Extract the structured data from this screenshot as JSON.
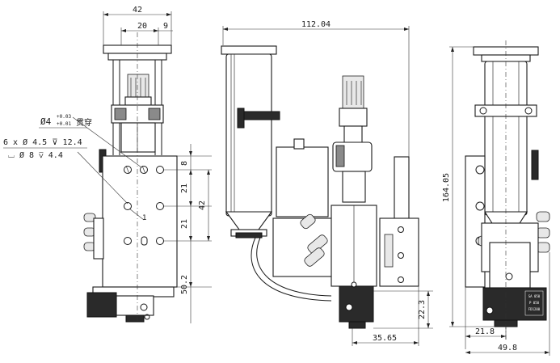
{
  "dimensions": {
    "width_total": "42",
    "width_a": "20",
    "width_b": "9",
    "hole_tolerance_upper": "+0.03",
    "hole_tolerance_lower": "+0.01",
    "hole_diameter": "Ø4",
    "hole_note": "贯穿",
    "counterbore_line1": "6 x Ø 4.5 ⊽ 12.4",
    "counterbore_line2": "⌴ Ø 8 ⊽ 4.4",
    "vert_8": "8",
    "vert_21_top": "21",
    "vert_42": "42",
    "vert_21_bottom": "21",
    "vert_50_2": "50.2",
    "tilt_1": "1",
    "side_width": "112.04",
    "side_22_3": "22.3",
    "side_35_65": "35.65",
    "height_total": "164.05",
    "rear_21_8": "21.8",
    "rear_49_8": "49.8"
  },
  "plate_labels": [
    "SA 050",
    "P 050",
    "FD1200"
  ],
  "colors": {
    "line": "#1a1a1a",
    "fill_dark": "#2a2a2a",
    "fill_mid": "#8a8a8a",
    "fill_light": "#e8e8e8"
  }
}
